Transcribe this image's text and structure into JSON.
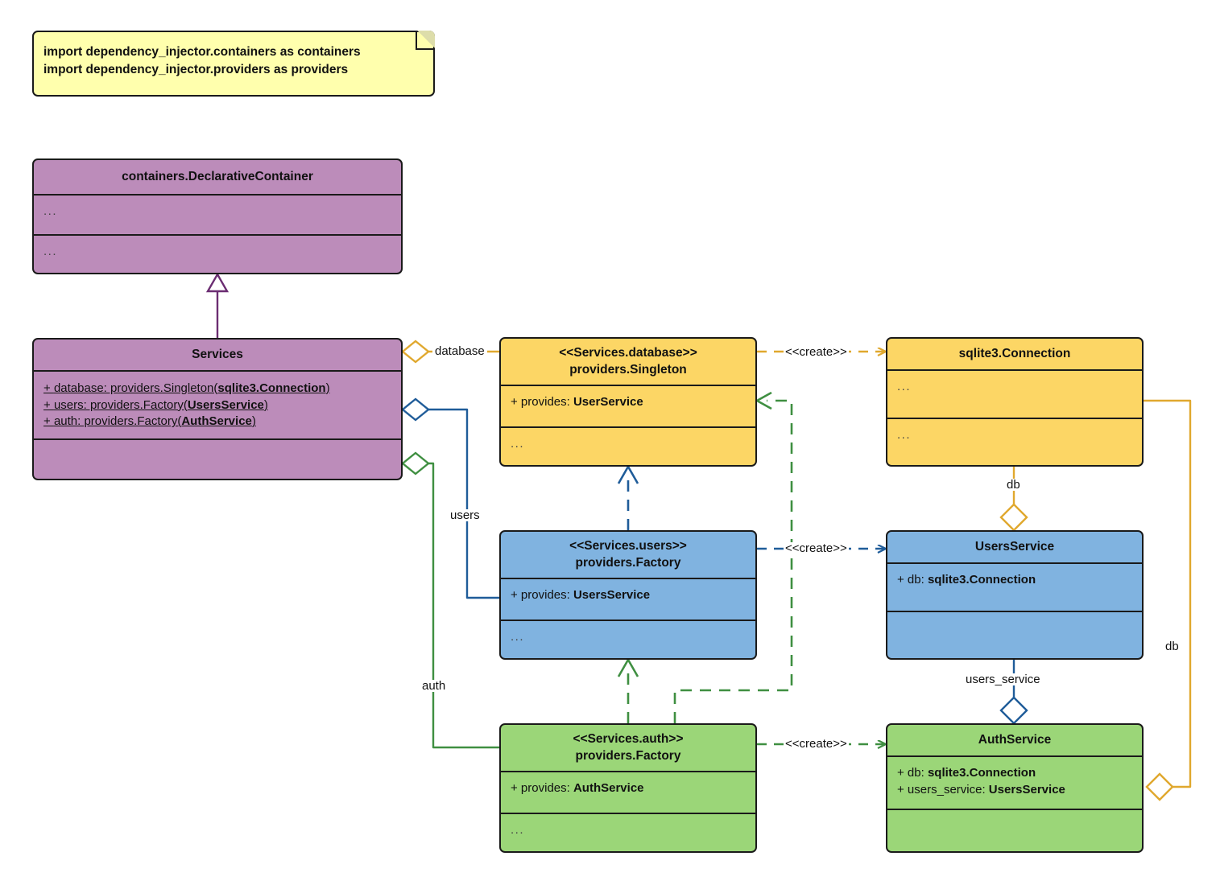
{
  "diagram": {
    "title": "dependency_injector UML class diagram",
    "note": {
      "line1": "import dependency_injector.containers as containers",
      "line2": "import dependency_injector.providers as providers"
    },
    "classes": {
      "declarative_container": {
        "name": "containers.DeclarativeContainer",
        "attributes": "...",
        "methods": "..."
      },
      "services": {
        "name": "Services",
        "attributes": [
          {
            "vis": "+ ",
            "name": "database: providers.Singleton(",
            "type": "sqlite3.Connection",
            "close": ")"
          },
          {
            "vis": "+ ",
            "name": "users: providers.Factory(",
            "type": "UsersService",
            "close": ")"
          },
          {
            "vis": "+ ",
            "name": "auth: providers.Factory(",
            "type": "AuthService",
            "close": ")"
          }
        ],
        "methods": ""
      },
      "services_database": {
        "stereotype": "<<Services.database>>",
        "name": "providers.Singleton",
        "attribute_prefix": "+ provides: ",
        "attribute_type": "UserService",
        "methods": "..."
      },
      "sqlite3_connection": {
        "name": "sqlite3.Connection",
        "attributes": "...",
        "methods": "..."
      },
      "services_users": {
        "stereotype": "<<Services.users>>",
        "name": "providers.Factory",
        "attribute_prefix": "+ provides: ",
        "attribute_type": "UsersService",
        "methods": "..."
      },
      "users_service": {
        "name": "UsersService",
        "attribute_prefix": "+ db: ",
        "attribute_type": "sqlite3.Connection",
        "methods": ""
      },
      "services_auth": {
        "stereotype": "<<Services.auth>>",
        "name": "providers.Factory",
        "attribute_prefix": "+ provides: ",
        "attribute_type": "AuthService",
        "methods": "..."
      },
      "auth_service": {
        "name": "AuthService",
        "attr1_prefix": "+ db: ",
        "attr1_type": "sqlite3.Connection",
        "attr2_prefix": "+ users_service: ",
        "attr2_type": "UsersService",
        "methods": ""
      }
    },
    "edge_labels": {
      "database": "database",
      "users": "users",
      "auth": "auth",
      "create_database": "<<create>>",
      "create_users": "<<create>>",
      "create_auth": "<<create>>",
      "db_users": "db",
      "db_auth": "db",
      "users_service": "users_service"
    },
    "colors": {
      "purple_fill": "#bc8cba",
      "yellow_fill": "#fcd665",
      "blue_fill": "#80b3e0",
      "green_fill": "#9bd678",
      "note_fill": "#ffffad",
      "stroke": "#1a1a1a",
      "purple_edge": "#6b2d72",
      "orange_edge": "#e0a82e",
      "blue_edge": "#1f5c99",
      "green_edge": "#3f8f41"
    }
  }
}
